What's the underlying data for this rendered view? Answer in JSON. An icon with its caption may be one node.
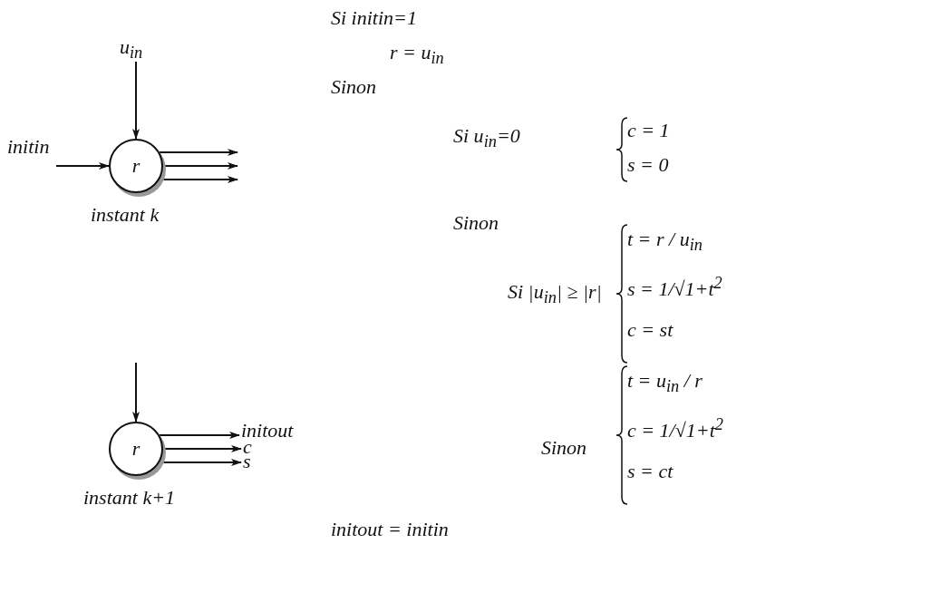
{
  "diagram": {
    "nodes": [
      {
        "text": [
          "r"
        ],
        "beside": [
          "instant k"
        ]
      },
      {
        "text": [
          "u$_{in}$"
        ]
      },
      {
        "text": [
          "initin"
        ]
      },
      {
        "text": [
          "r"
        ],
        "beside": [
          "instant k+1"
        ]
      },
      {
        "text": [
          "initout"
        ]
      },
      {
        "text": [
          "c"
        ]
      },
      {
        "text": [
          "s"
        ]
      }
    ],
    "edges": [
      {
        "from": 1,
        "to": 0,
        "arrow": "to"
      },
      {
        "from": 2,
        "to": 0,
        "arrow": "to"
      },
      {
        "from": 0,
        "to": null,
        "arrow": "to"
      },
      {
        "from": 0,
        "to": null,
        "arrow": "to"
      },
      {
        "from": 0,
        "to": null,
        "arrow": "to"
      },
      {
        "from": null,
        "to": 3,
        "arrow": "to"
      },
      {
        "from": 3,
        "to": 4,
        "arrow": "to"
      },
      {
        "from": 3,
        "to": 5,
        "arrow": "to"
      },
      {
        "from": 3,
        "to": 6,
        "arrow": "to"
      }
    ],
    "labels": [
      "Si initin=1",
      "r = u$_{in}$",
      "Sinon",
      "Si u$_{in}$=0",
      "c = 1",
      "s = 0",
      "Sinon",
      "t = r / u$_{in}$",
      "Si |u$_{in}$| ≥ |r|",
      "s = 1/√1+t$^{2}$",
      "c = st",
      "t = u$_{in}$ / r",
      "Sinon",
      "c = 1/√1+t$^{2}$",
      "s = ct",
      "initout = initin"
    ]
  }
}
